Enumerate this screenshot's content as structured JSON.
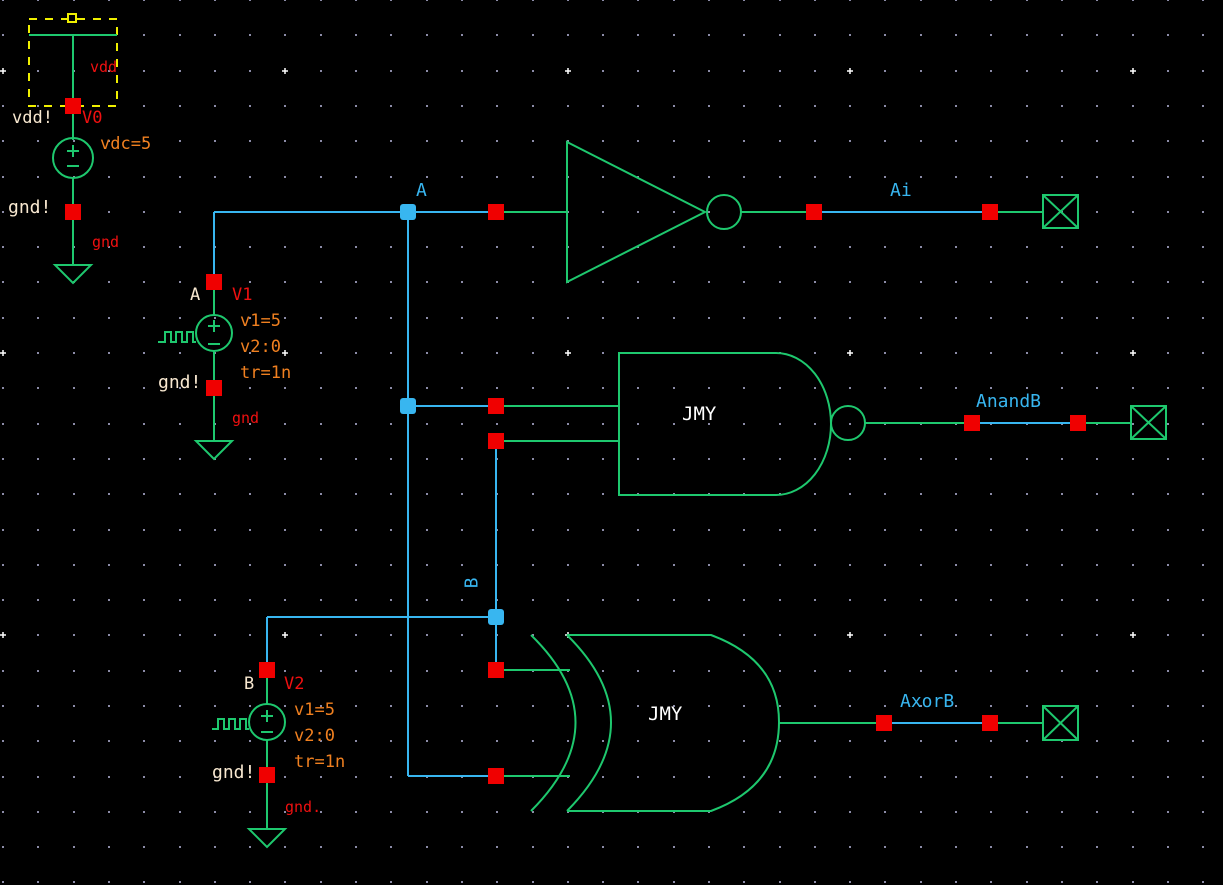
{
  "app": {
    "view": "schematic-editor"
  },
  "colors": {
    "background": "#000000",
    "grid_dot": "#8c8ca8",
    "grid_cross": "#ffffff",
    "device": "#1ec86e",
    "wire": "#38b6f0",
    "pin": "#f00000",
    "selection": "#f0f000",
    "net_label": "#38b6f0",
    "inst_name": "#f01010",
    "param": "#f08020",
    "global_net": "#f8e8d0"
  },
  "sources": [
    {
      "id": "V0",
      "type": "vdc",
      "top_net": "vdd!",
      "bottom_net": "gnd!",
      "params": [
        "vdc=5"
      ],
      "symbol_label": "vdd",
      "gnd_label": "gnd",
      "selected": true
    },
    {
      "id": "V1",
      "type": "vpulse",
      "top_net": "A",
      "bottom_net": "gnd!",
      "params": [
        "v1=5",
        "v2:0",
        "tr=1n"
      ],
      "gnd_label": "gnd"
    },
    {
      "id": "V2",
      "type": "vpulse",
      "top_net": "B",
      "bottom_net": "gnd!",
      "params": [
        "v1=5",
        "v2:0",
        "tr=1n"
      ],
      "gnd_label": "gnd."
    }
  ],
  "gates": [
    {
      "type": "inverter",
      "label": "",
      "input": "A",
      "output": "Ai"
    },
    {
      "type": "nand2",
      "label": "JMY",
      "inputs": [
        "A",
        "B"
      ],
      "output": "AnandB"
    },
    {
      "type": "xor2",
      "label": "JMY",
      "inputs": [
        "B",
        "A"
      ],
      "output": "AxorB"
    }
  ],
  "nets": {
    "A": "A",
    "B": "B",
    "Ai": "Ai",
    "AnandB": "AnandB",
    "AxorB": "AxorB"
  },
  "labels": {
    "vdd_sym": "vdd",
    "v0_name": "V0",
    "v0_net_top": "vdd!",
    "v0_param": "vdc=5",
    "v0_net_bot": "gnd!",
    "v0_gnd": "gnd",
    "v1_net_top": "A",
    "v1_name": "V1",
    "v1_p1": "v1=5",
    "v1_p2": "v2:0",
    "v1_p3": "tr=1n",
    "v1_net_bot": "gnd!",
    "v1_gnd": "gnd",
    "v2_net_top": "B",
    "v2_name": "V2",
    "v2_p1": "v1=5",
    "v2_p2": "v2:0",
    "v2_p3": "tr=1n",
    "v2_net_bot": "gnd!",
    "v2_gnd": "gnd.",
    "wire_A": "A",
    "wire_B": "B",
    "out_Ai": "Ai",
    "out_AnandB": "AnandB",
    "out_AxorB": "AxorB",
    "nand_label": "JMY",
    "xor_label": "JMY"
  }
}
